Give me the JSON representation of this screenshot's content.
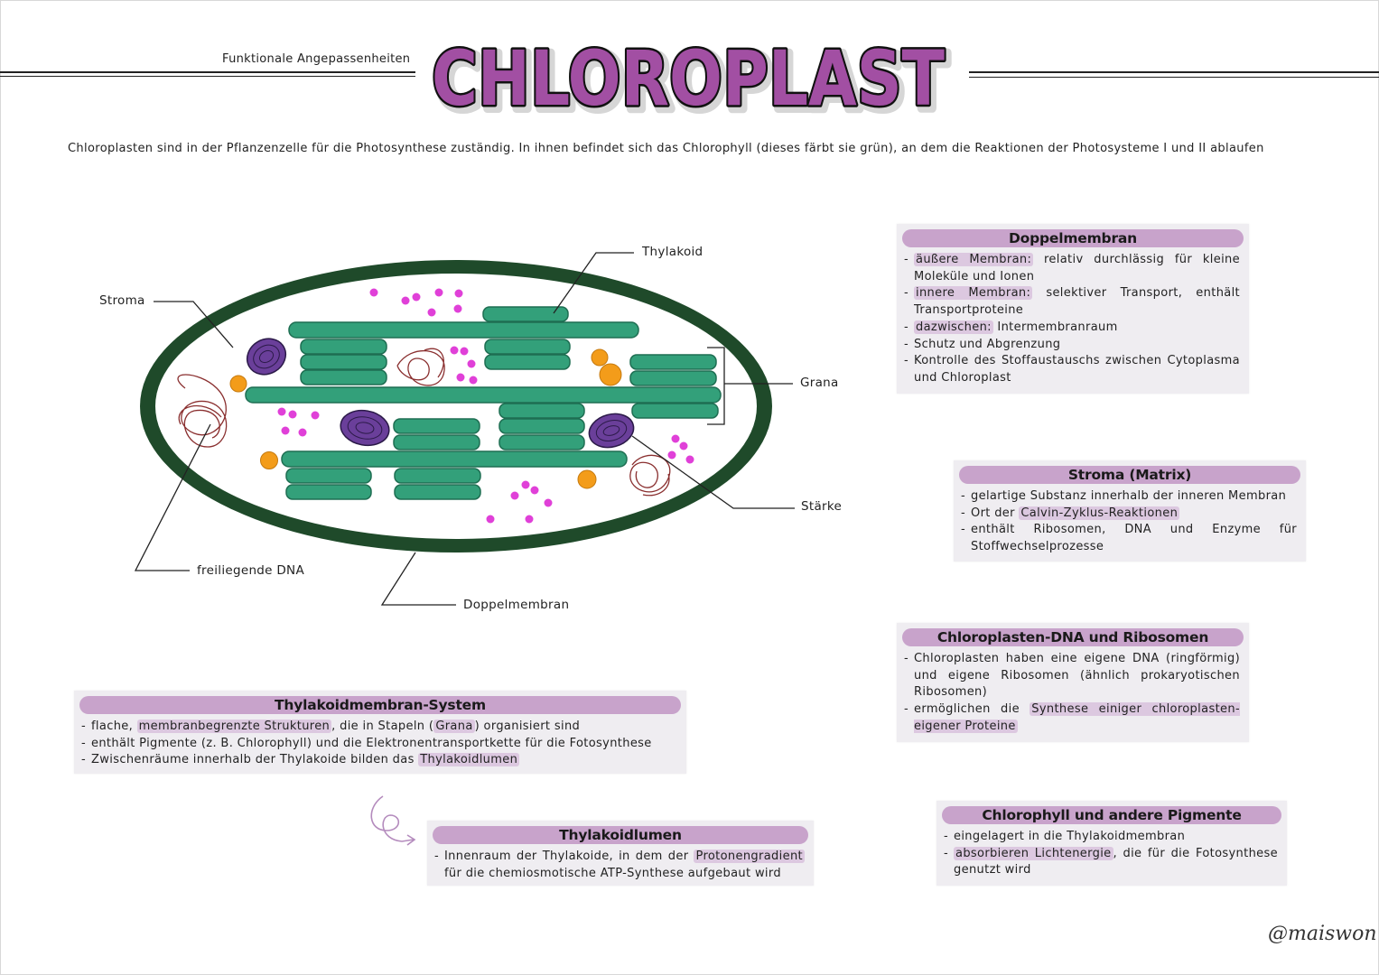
{
  "header": {
    "subtitle": "Funktionale Angepassenheiten",
    "title": "CHLOROPLAST",
    "title_color": "#a24fa3"
  },
  "intro": "Chloroplasten sind in der Pflanzenzelle für die Photosynthese zuständig. In ihnen befindet sich das Chlorophyll (dieses färbt sie grün), an dem die Reaktionen der Photosysteme I und II ablaufen",
  "diagram": {
    "labels": {
      "thylakoid": "Thylakoid",
      "stroma": "Stroma",
      "grana": "Grana",
      "staerke": "Stärke",
      "dna": "freiliegende DNA",
      "doppelmembran": "Doppelmembran"
    },
    "colors": {
      "membrane": "#1f4a2a",
      "thylakoid": "#33a07a",
      "starch": "#6a3f9a",
      "ribosome": "#e040d8",
      "lipid": "#f39c1a",
      "dna": "#8a2f2f"
    }
  },
  "cards": {
    "doppelmembran": {
      "title": "Doppelmembran",
      "items": [
        {
          "hl": "äußere Membran:",
          "text": " relativ durchlässig für kleine Moleküle und Ionen"
        },
        {
          "hl": "innere Membran:",
          "text": " selektiver Transport, enthält Transportproteine"
        },
        {
          "hl": "dazwischen:",
          "text": " Intermembranraum"
        },
        {
          "hl": "",
          "text": "Schutz und Abgrenzung"
        },
        {
          "hl": "",
          "text": "Kontrolle des Stoffaustauschs zwischen Cytoplasma und Chloroplast"
        }
      ]
    },
    "stroma": {
      "title": "Stroma (Matrix)",
      "items": [
        {
          "pre": "gelartige Substanz innerhalb der inneren Membran",
          "hl": "",
          "post": ""
        },
        {
          "pre": "Ort der ",
          "hl": "Calvin-Zyklus-Reaktionen",
          "post": ""
        },
        {
          "pre": "enthält Ribosomen, DNA und Enzyme für Stoffwechselprozesse",
          "hl": "",
          "post": ""
        }
      ]
    },
    "dna": {
      "title": "Chloroplasten-DNA und Ribosomen",
      "items": [
        {
          "pre": "Chloroplasten haben eine eigene DNA (ringförmig) und eigene Ribosomen (ähnlich prokaryotischen Ribosomen)",
          "hl": "",
          "post": ""
        },
        {
          "pre": "ermöglichen die ",
          "hl": "Synthese einiger chloroplasten-eigener Proteine",
          "post": ""
        }
      ]
    },
    "pigmente": {
      "title": "Chlorophyll und andere Pigmente",
      "items": [
        {
          "pre": "eingelagert in die Thylakoidmembran",
          "hl": "",
          "post": ""
        },
        {
          "pre": "",
          "hl": "absorbieren Lichtenergie",
          "post": ", die für die Fotosynthese genutzt wird"
        }
      ]
    },
    "thylakoid": {
      "title": "Thylakoidmembran-System",
      "items": [
        {
          "pre": "flache, ",
          "hl": "membranbegrenzte Strukturen",
          "post": ", die in Stapeln (",
          "hl2": "Grana",
          "post2": ") organisiert sind"
        },
        {
          "pre": "enthält Pigmente (z. B. Chlorophyll) und die Elektronentransportkette für die Fotosynthese",
          "hl": "",
          "post": "",
          "hl2": "",
          "post2": ""
        },
        {
          "pre": "Zwischenräume innerhalb der Thylakoide bilden das ",
          "hl": "Thylakoidlumen",
          "post": "",
          "hl2": "",
          "post2": ""
        }
      ]
    },
    "lumen": {
      "title": "Thylakoidlumen",
      "items": [
        {
          "pre": "Innenraum der Thylakoide, in dem der ",
          "hl": "Protonengradient",
          "post": " für die chemiosmotische ATP-Synthese aufgebaut wird"
        }
      ]
    }
  },
  "signature": "@maiswon",
  "accent_color": "#c8a3cb"
}
